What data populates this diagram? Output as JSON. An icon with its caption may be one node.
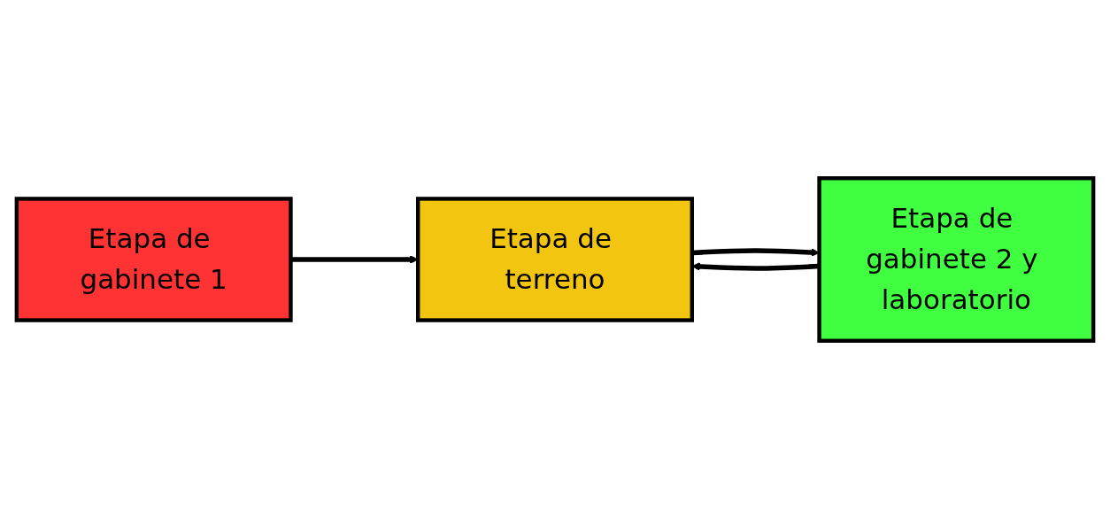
{
  "diagram": {
    "nodes": [
      {
        "text": [
          "Etapa de gabinete 1"
        ]
      },
      {
        "text": [
          "Etapa de terreno"
        ]
      },
      {
        "text": [
          "Etapa de gabinete 2 y laboratorio"
        ]
      }
    ],
    "edges": [
      {
        "from": 0,
        "to": 1,
        "arrow": "to"
      },
      {
        "from": 1,
        "to": 2,
        "arrow": "to"
      },
      {
        "from": 2,
        "to": 1,
        "arrow": "to"
      }
    ]
  }
}
